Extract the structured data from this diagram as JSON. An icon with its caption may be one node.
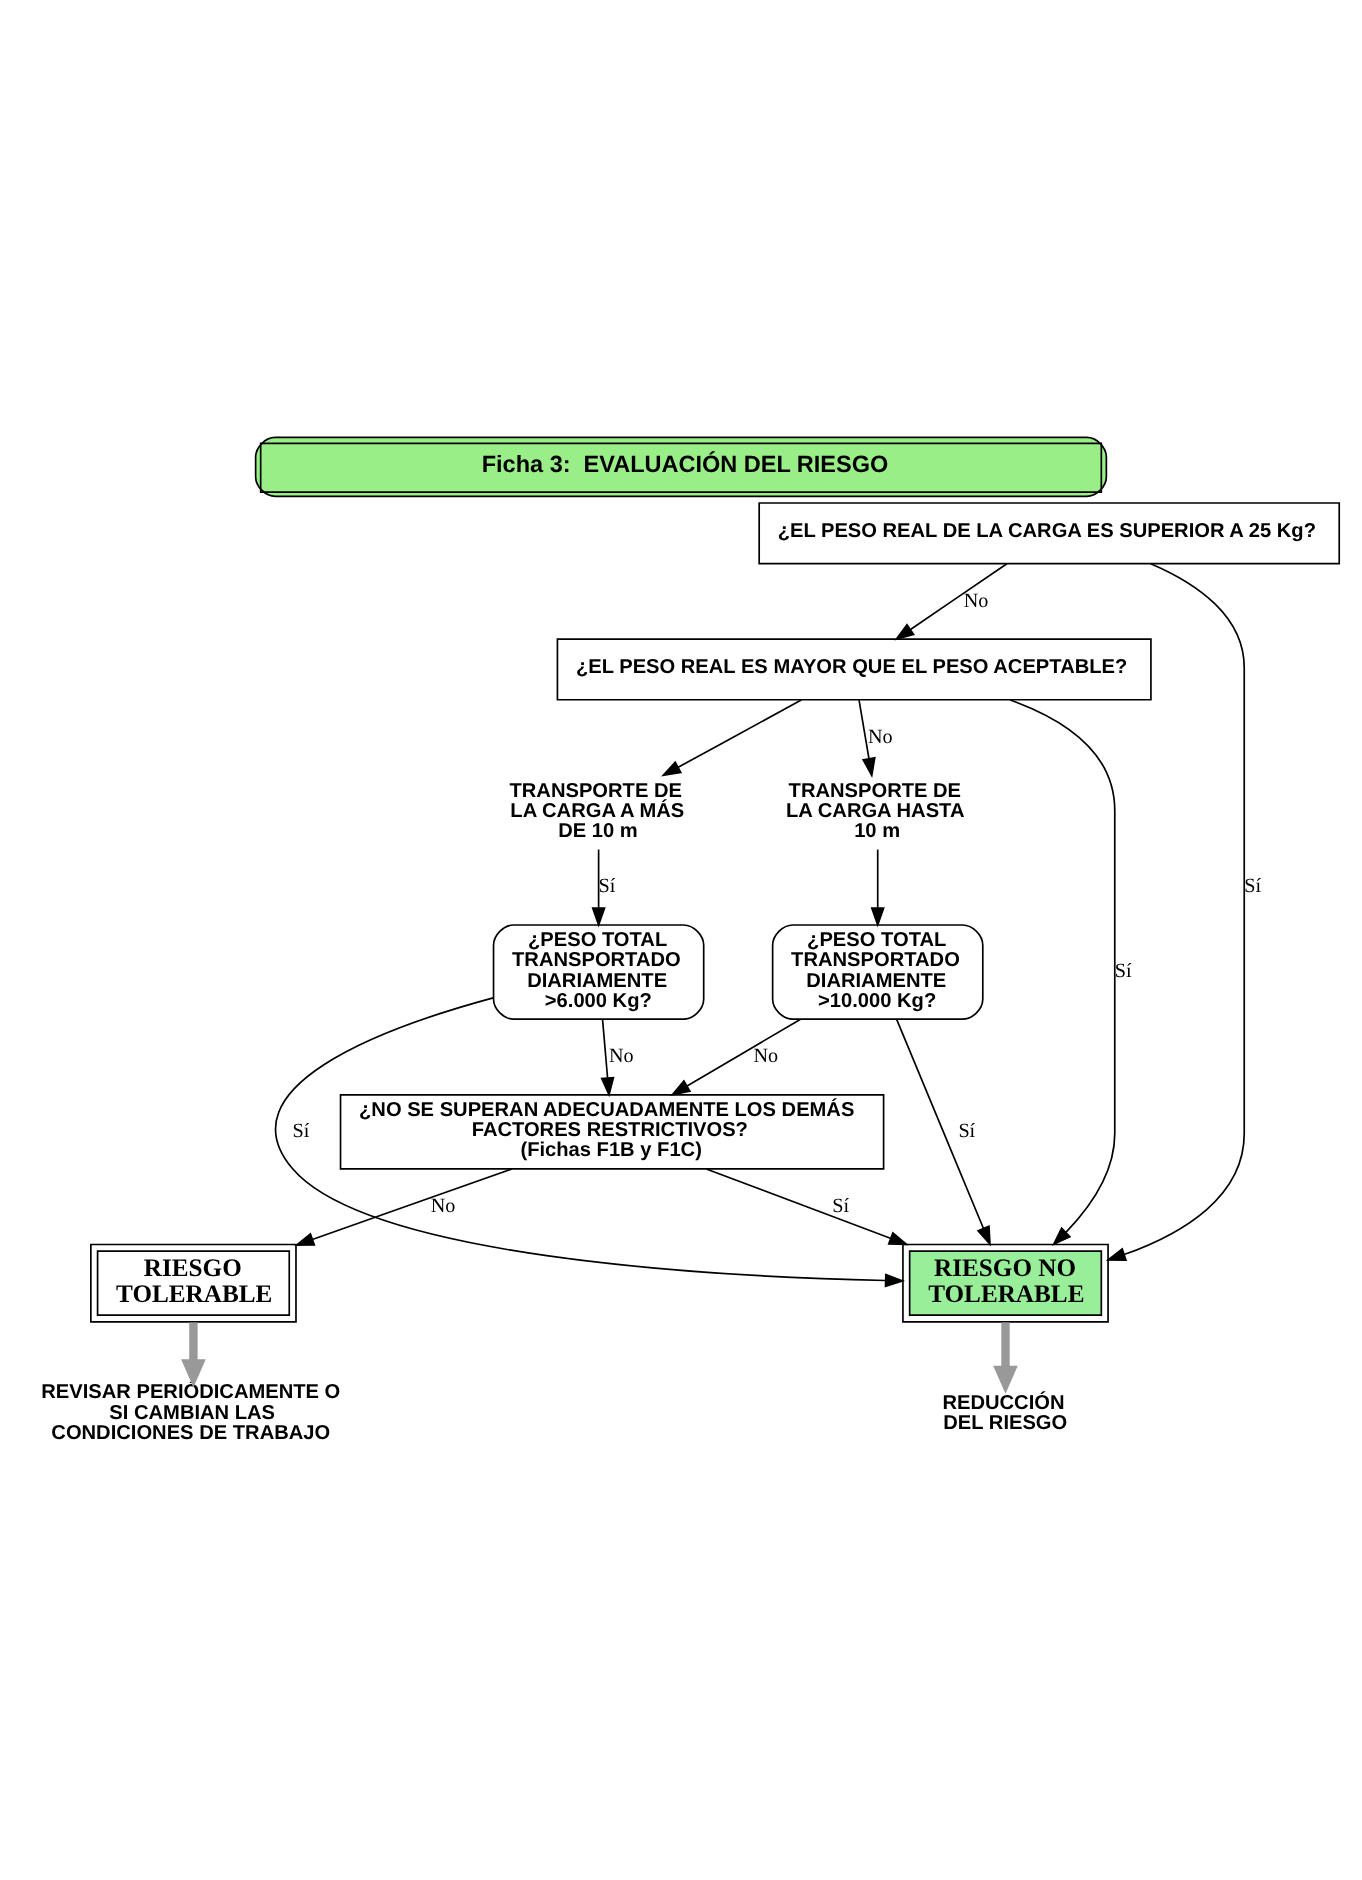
{
  "diagram": {
    "title": "Ficha 3:  EVALUACIÓN DEL RIESGO",
    "nodes": [
      {
        "text": [
          "¿EL PESO REAL DE LA CARGA ES SUPERIOR A 25 Kg?"
        ]
      },
      {
        "text": [
          "¿EL PESO REAL ES MAYOR QUE EL PESO ACEPTABLE?"
        ]
      },
      {
        "text": [
          "TRANSPORTE DE LA CARGA HASTA 10 m"
        ]
      },
      {
        "text": [
          "TRANSPORTE DE LA CARGA A MÁS DE 10 m"
        ]
      },
      {
        "text": [
          "¿PESO TOTAL TRANSPORTADO DIARIAMENTE >10.000 Kg?"
        ]
      },
      {
        "text": [
          "¿PESO TOTAL TRANSPORTADO DIARIAMENTE >6.000 Kg?"
        ]
      },
      {
        "text": [
          "¿NO SE SUPERAN ADECUADAMENTE LOS DEMÁS FACTORES RESTRICTIVOS?",
          "(Fichas F1B y F1C)"
        ]
      },
      {
        "text": [
          "RIESGO TOLERABLE"
        ]
      },
      {
        "text": [
          "RIESGO NO TOLERABLE"
        ]
      },
      {
        "text": [
          "REVISAR PERIÓDICAMENTE O SI CAMBIAN LAS CONDICIONES DE TRABAJO"
        ]
      },
      {
        "text": [
          "REDUCCIÓN DEL RIESGO"
        ]
      }
    ],
    "edges": [
      {
        "from": 0,
        "to": 1,
        "arrow": "to",
        "label": "No"
      },
      {
        "from": 0,
        "to": 8,
        "arrow": "to",
        "label": "Sí"
      },
      {
        "from": 1,
        "to": 8,
        "arrow": "to",
        "label": "Sí"
      },
      {
        "from": 1,
        "to": 2,
        "arrow": "to",
        "label": "No"
      },
      {
        "from": 1,
        "to": 3,
        "arrow": "to"
      },
      {
        "from": 2,
        "to": 4,
        "arrow": "to"
      },
      {
        "from": 3,
        "to": 5,
        "arrow": "to",
        "label": "Sí"
      },
      {
        "from": 4,
        "to": 6,
        "arrow": "to",
        "label": "No"
      },
      {
        "from": 4,
        "to": 8,
        "arrow": "to",
        "label": "Sí"
      },
      {
        "from": 5,
        "to": 6,
        "arrow": "to",
        "label": "No"
      },
      {
        "from": 5,
        "to": 8,
        "arrow": "to",
        "label": "Sí"
      },
      {
        "from": 6,
        "to": 8,
        "arrow": "to",
        "label": "Sí"
      },
      {
        "from": 6,
        "to": 7,
        "arrow": "to",
        "label": "No"
      },
      {
        "from": 7,
        "to": 9,
        "arrow": "to",
        "style": "thick",
        "color": "#999999"
      },
      {
        "from": 8,
        "to": 10,
        "arrow": "to",
        "style": "thick",
        "color": "#999999"
      }
    ]
  }
}
